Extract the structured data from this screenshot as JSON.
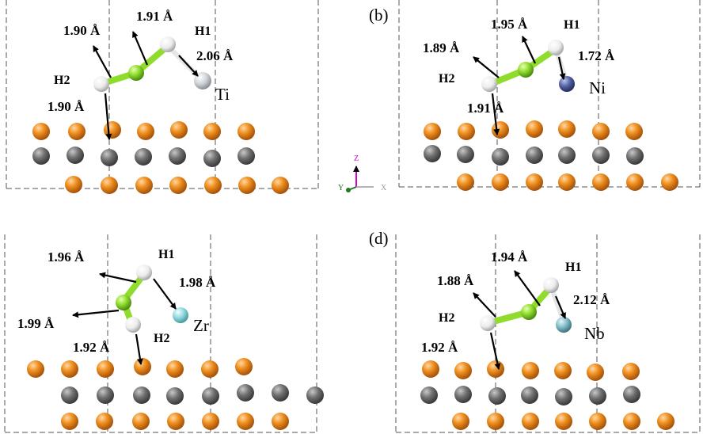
{
  "panels": [
    {
      "id": "a",
      "panel_label": "",
      "labels": {
        "h1": "H1",
        "h2": "H2",
        "metal": "Ti",
        "d_upper_left": "1.90 Å",
        "d_upper_right": "1.91 Å",
        "d_metal": "2.06 Å",
        "d_surface": "1.90 Å"
      },
      "colors": {
        "metal": "#cfd3d8"
      }
    },
    {
      "id": "b",
      "panel_label": "(b)",
      "labels": {
        "h1": "H1",
        "h2": "H2",
        "metal": "Ni",
        "d_upper_left": "1.89 Å",
        "d_upper_right": "1.95 Å",
        "d_metal": "1.72 Å",
        "d_surface": "1.91 Å"
      },
      "colors": {
        "metal": "#4f5e9c"
      }
    },
    {
      "id": "c",
      "panel_label": "",
      "labels": {
        "h1": "H1",
        "h2": "H2",
        "metal": "Zr",
        "d_upper_left": "1.96 Å",
        "d_left": "1.99 Å",
        "d_metal": "1.98 Å",
        "d_surface": "1.92 Å"
      },
      "colors": {
        "metal": "#8fd6db"
      }
    },
    {
      "id": "d",
      "panel_label": "(d)",
      "labels": {
        "h1": "H1",
        "h2": "H2",
        "metal": "Nb",
        "d_upper_left": "1.88 Å",
        "d_upper_right": "1.94 Å",
        "d_metal": "2.12 Å",
        "d_surface": "1.92 Å"
      },
      "colors": {
        "metal": "#7fb8c4"
      }
    }
  ],
  "axis_triad": {
    "z": "Z",
    "y": "Y",
    "x": "X"
  },
  "colors": {
    "substrate_top": "#e8871e",
    "substrate_mid": "#6b6b6b",
    "hydrogen": "#f2f2f2",
    "boron_bond": "#8fdc2c",
    "axis_z": "#d400d4",
    "axis_y": "#1f7a1f",
    "axis_x": "#9a9a9a"
  }
}
